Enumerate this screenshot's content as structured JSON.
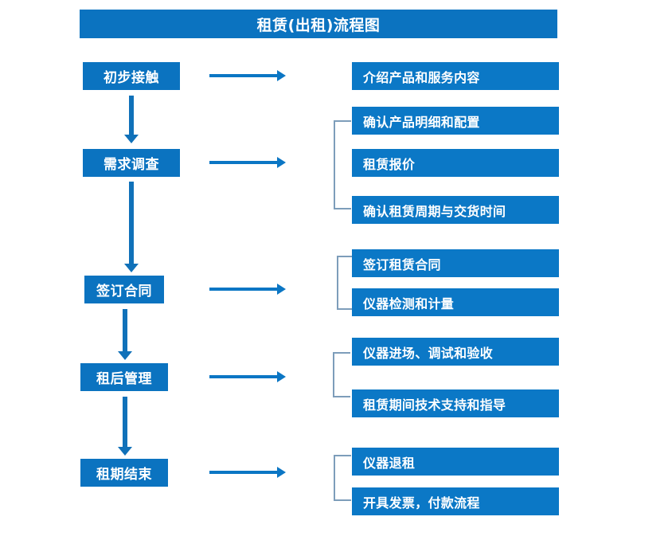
{
  "diagram": {
    "title": "租赁(出租)流程图",
    "colors": {
      "title_bar": "#0b73c0",
      "stage_box": "#0b73c0",
      "detail_box": "#0b78c6",
      "horizontal_arrow": "#0b76c4",
      "vertical_arrow": "#1071b9",
      "bracket": "#7d9dba",
      "text": "#ffffff",
      "background": "#ffffff"
    },
    "stages": [
      {
        "label": "初步接触"
      },
      {
        "label": "需求调查"
      },
      {
        "label": "签订合同"
      },
      {
        "label": "租后管理"
      },
      {
        "label": "租期结束"
      }
    ],
    "details": [
      {
        "label": "介绍产品和服务内容"
      },
      {
        "label": "确认产品明细和配置"
      },
      {
        "label": "租赁报价"
      },
      {
        "label": "确认租赁周期与交货时间"
      },
      {
        "label": "签订租赁合同"
      },
      {
        "label": "仪器检测和计量"
      },
      {
        "label": "仪器进场、调试和验收"
      },
      {
        "label": "租赁期间技术支持和指导"
      },
      {
        "label": "仪器退租"
      },
      {
        "label": "开具发票，付款流程"
      }
    ],
    "flow_connectors": {
      "horizontal_arrow_count": 5,
      "vertical_arrow_count": 4,
      "bracket_count": 4
    }
  }
}
